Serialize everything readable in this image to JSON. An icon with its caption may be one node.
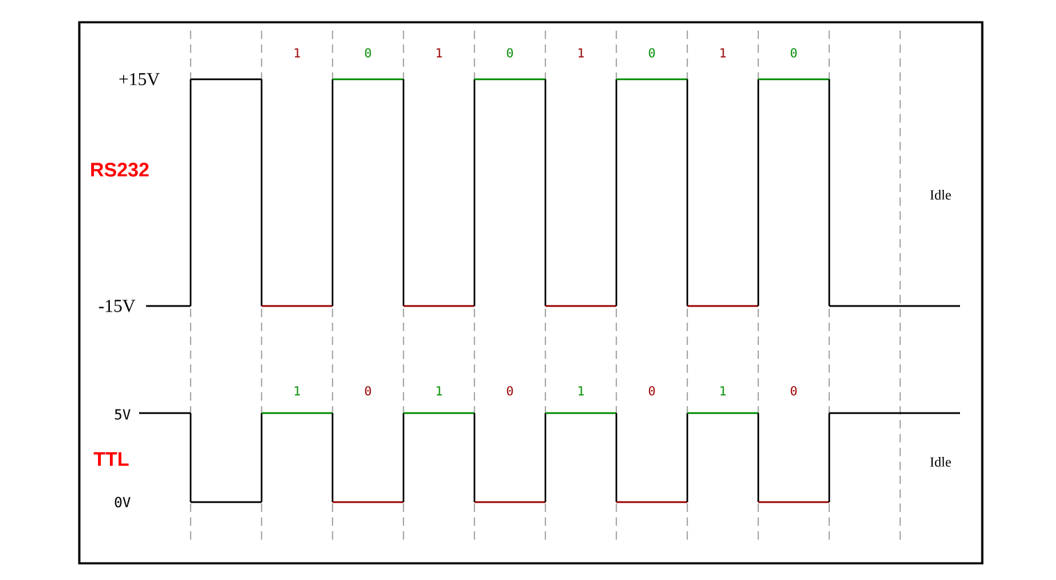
{
  "diagram": {
    "labels": [
      "1",
      "0",
      "1",
      "0",
      "1",
      "0",
      "1",
      "0",
      "+15V",
      "RS232",
      "Idle",
      "-15V",
      "1",
      "0",
      "1",
      "0",
      "1",
      "0",
      "1",
      "0",
      "5V",
      "TTL",
      "Idle",
      "0V"
    ]
  }
}
